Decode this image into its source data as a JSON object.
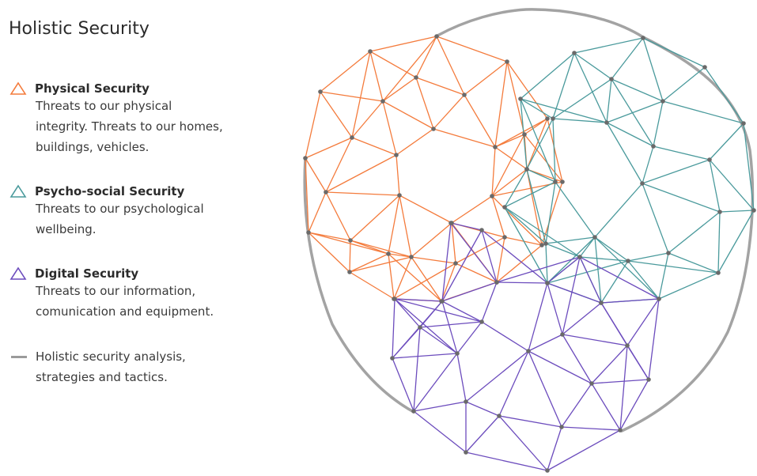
{
  "title": "Holistic Security",
  "legend": [
    {
      "name": "Physical Security",
      "desc": "Threats to our physical integrity. Threats to our homes, buildings, vehicles.",
      "color": "#f47b3c",
      "icon": "triangle-outline-icon"
    },
    {
      "name": "Psycho-social Security",
      "desc": "Threats to our psychological wellbeing.",
      "color": "#4a9a9c",
      "icon": "triangle-outline-icon"
    },
    {
      "name": "Digital Security",
      "desc": "Threats to our information, comunication and equipment.",
      "color": "#6c4cbd",
      "icon": "triangle-outline-icon"
    },
    {
      "name": "",
      "desc": "Holistic security analysis, strategies and tactics.",
      "color": "#9a9a9a",
      "icon": "line-icon"
    }
  ]
}
